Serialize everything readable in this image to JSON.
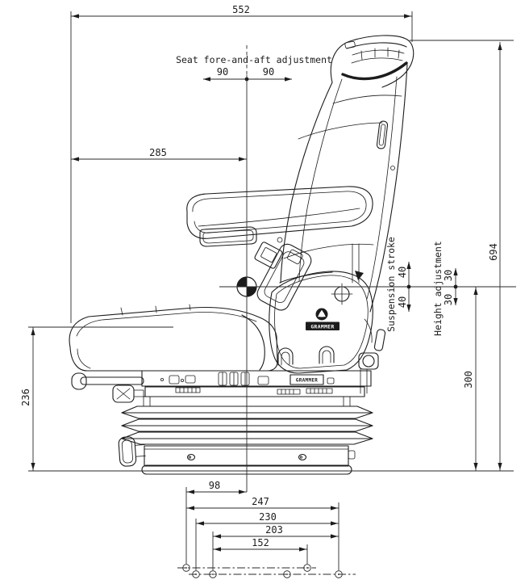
{
  "labels": {
    "fore_aft_adjustment": "Seat fore-and-aft adjustment",
    "suspension_stroke": "Suspension stroke",
    "height_adjustment": "Height adjustment"
  },
  "dims": {
    "overall_width": "552",
    "fore_aft_left": "90",
    "fore_aft_right": "90",
    "front_to_center": "285",
    "overall_height": "694",
    "suspension_stroke_up": "40",
    "suspension_stroke_down": "40",
    "height_adjust_up": "30",
    "height_adjust_down": "30",
    "sip_to_ground": "300",
    "cushion_to_ground": "236",
    "mount_98": "98",
    "mount_247": "247",
    "mount_230": "230",
    "mount_203": "203",
    "mount_152": "152"
  },
  "branding": {
    "seat_side_logo": "GRAMMER",
    "rail_plate": "GRAMMER"
  },
  "colors": {
    "line": "#1c1c1c",
    "background": "#ffffff"
  }
}
